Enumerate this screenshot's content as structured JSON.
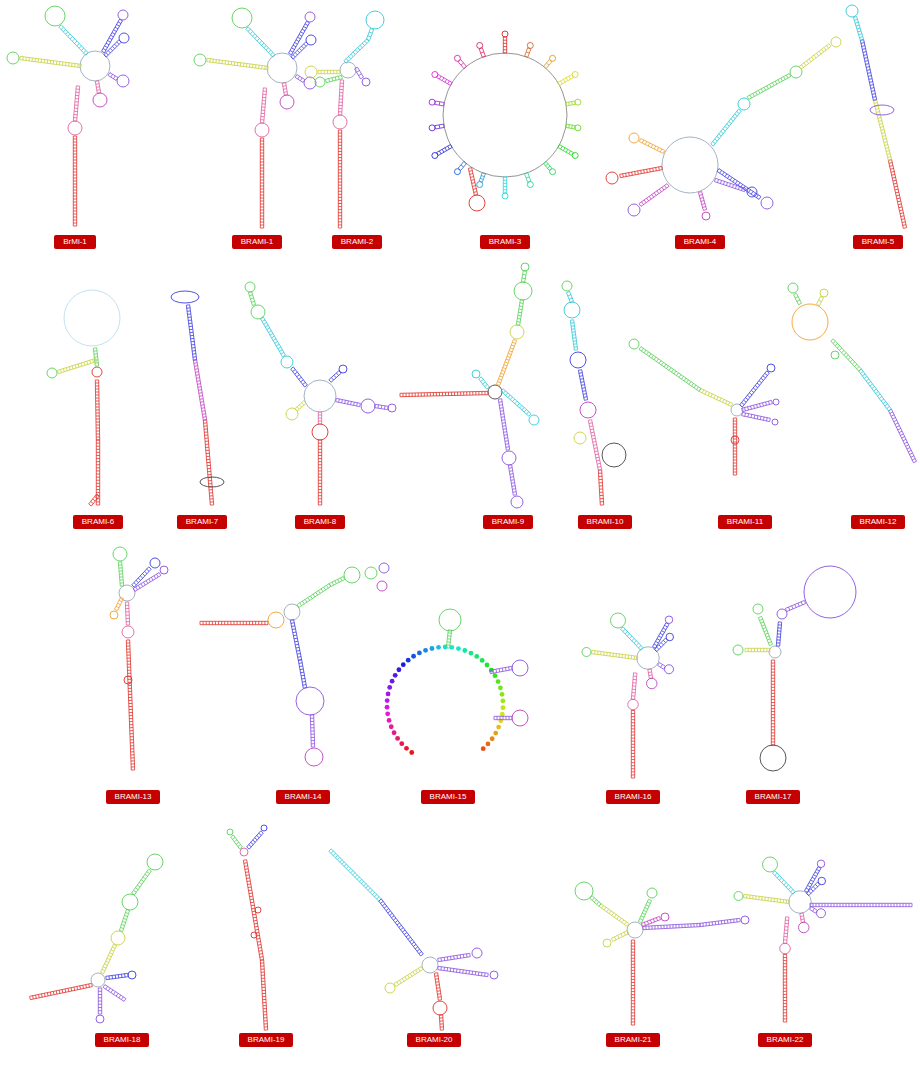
{
  "diagram": {
    "nodes": [
      {
        "text": [
          "BrMi-1"
        ]
      },
      {
        "text": [
          "BRAMI-1"
        ]
      },
      {
        "text": [
          "BRAMI-2"
        ]
      },
      {
        "text": [
          "BRAMI-3"
        ]
      },
      {
        "text": [
          "BRAMI-4"
        ]
      },
      {
        "text": [
          "BRAMI-5"
        ]
      },
      {
        "text": [
          "BRAMI-6"
        ]
      },
      {
        "text": [
          "BRAMI-7"
        ]
      },
      {
        "text": [
          "BRAMI-8"
        ]
      },
      {
        "text": [
          "BRAMI-9"
        ]
      },
      {
        "text": [
          "BRAMI-10"
        ]
      },
      {
        "text": [
          "BRAMI-11"
        ]
      },
      {
        "text": [
          "BRAMI-12"
        ]
      },
      {
        "text": [
          "BRAMI-13"
        ]
      },
      {
        "text": [
          "BRAMI-14"
        ]
      },
      {
        "text": [
          "BRAMI-15"
        ]
      },
      {
        "text": [
          "BRAMI-16"
        ]
      },
      {
        "text": [
          "BRAMI-17"
        ]
      },
      {
        "text": [
          "BRAMI-18"
        ]
      },
      {
        "text": [
          "BRAMI-19"
        ]
      },
      {
        "text": [
          "BRAMI-20"
        ]
      },
      {
        "text": [
          "BRAMI-21"
        ]
      },
      {
        "text": [
          "BRAMI-22"
        ]
      }
    ]
  }
}
